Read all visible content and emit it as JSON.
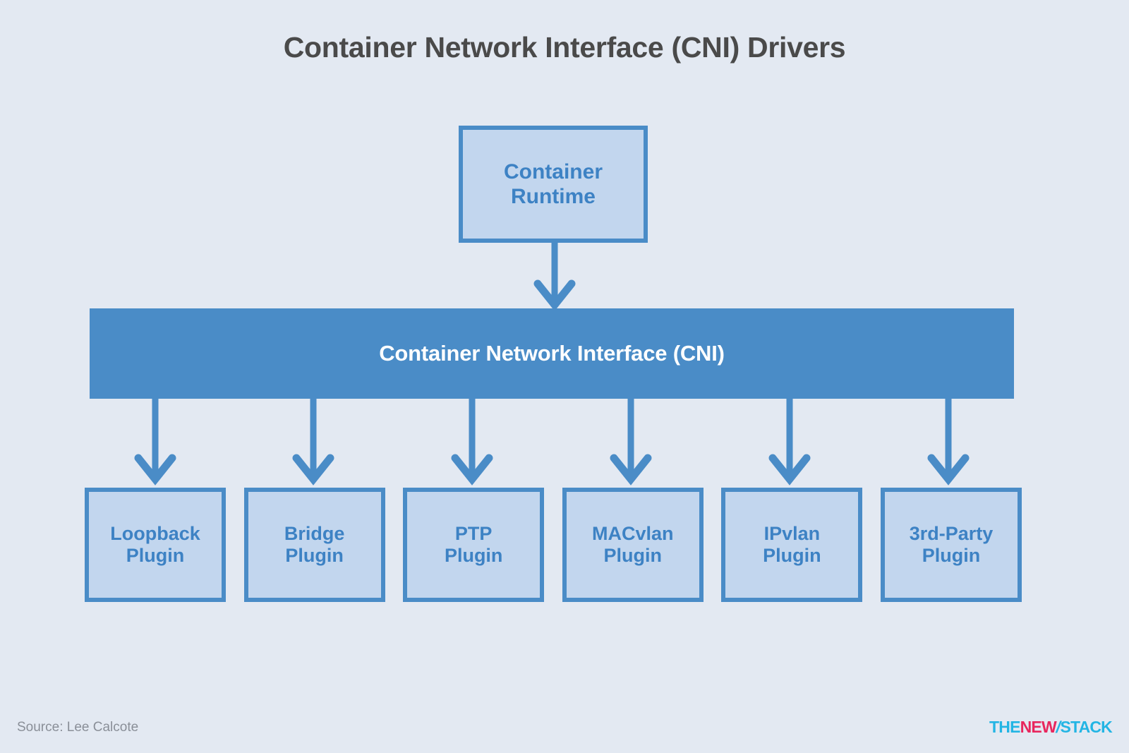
{
  "title": "Container Network Interface (CNI) Drivers",
  "colors": {
    "background": "#e3e9f2",
    "accent_blue": "#4a8cc7",
    "box_fill": "#c2d6ee",
    "box_text": "#3d82c4",
    "title_text": "#4a4a4a",
    "bar_text": "#ffffff",
    "source_text": "#8a8f98",
    "logo_cyan": "#23b5e4",
    "logo_pink": "#e8275e"
  },
  "runtime": {
    "label": "Container\nRuntime"
  },
  "cni": {
    "label": "Container Network Interface (CNI)"
  },
  "plugins": [
    {
      "label": "Loopback\nPlugin"
    },
    {
      "label": "Bridge\nPlugin"
    },
    {
      "label": "PTP\nPlugin"
    },
    {
      "label": "MACvlan\nPlugin"
    },
    {
      "label": "IPvlan\nPlugin"
    },
    {
      "label": "3rd-Party\nPlugin"
    }
  ],
  "footer": {
    "source": "Source: Lee Calcote",
    "logo": {
      "part1": "THE",
      "part2": "NEW",
      "part3": "/",
      "part4": "STACK"
    }
  }
}
